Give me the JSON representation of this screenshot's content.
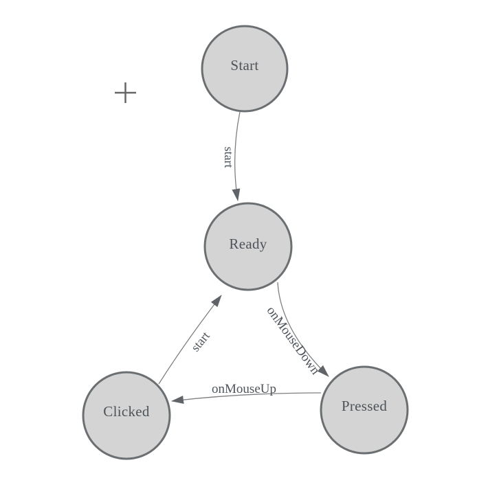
{
  "diagram": {
    "type": "state-machine",
    "background": "#ffffff",
    "colors": {
      "node_fill": "#d4d4d4",
      "node_border": "#6b6f72",
      "edge_stroke": "#7c7f81",
      "arrow_fill": "#606468",
      "node_label_color": "#4d5358",
      "edge_label_color": "#4d545b",
      "plus_color": "#666666"
    },
    "nodes": [
      {
        "id": "start",
        "label": "Start"
      },
      {
        "id": "ready",
        "label": "Ready"
      },
      {
        "id": "clicked",
        "label": "Clicked"
      },
      {
        "id": "pressed",
        "label": "Pressed"
      }
    ],
    "edges": [
      {
        "from": "start",
        "to": "ready",
        "label": "start"
      },
      {
        "from": "clicked",
        "to": "ready",
        "label": "start"
      },
      {
        "from": "ready",
        "to": "pressed",
        "label": "onMouseDown"
      },
      {
        "from": "pressed",
        "to": "clicked",
        "label": "onMouseUp"
      }
    ],
    "icons": {
      "plus": "plus-cursor-icon"
    }
  }
}
